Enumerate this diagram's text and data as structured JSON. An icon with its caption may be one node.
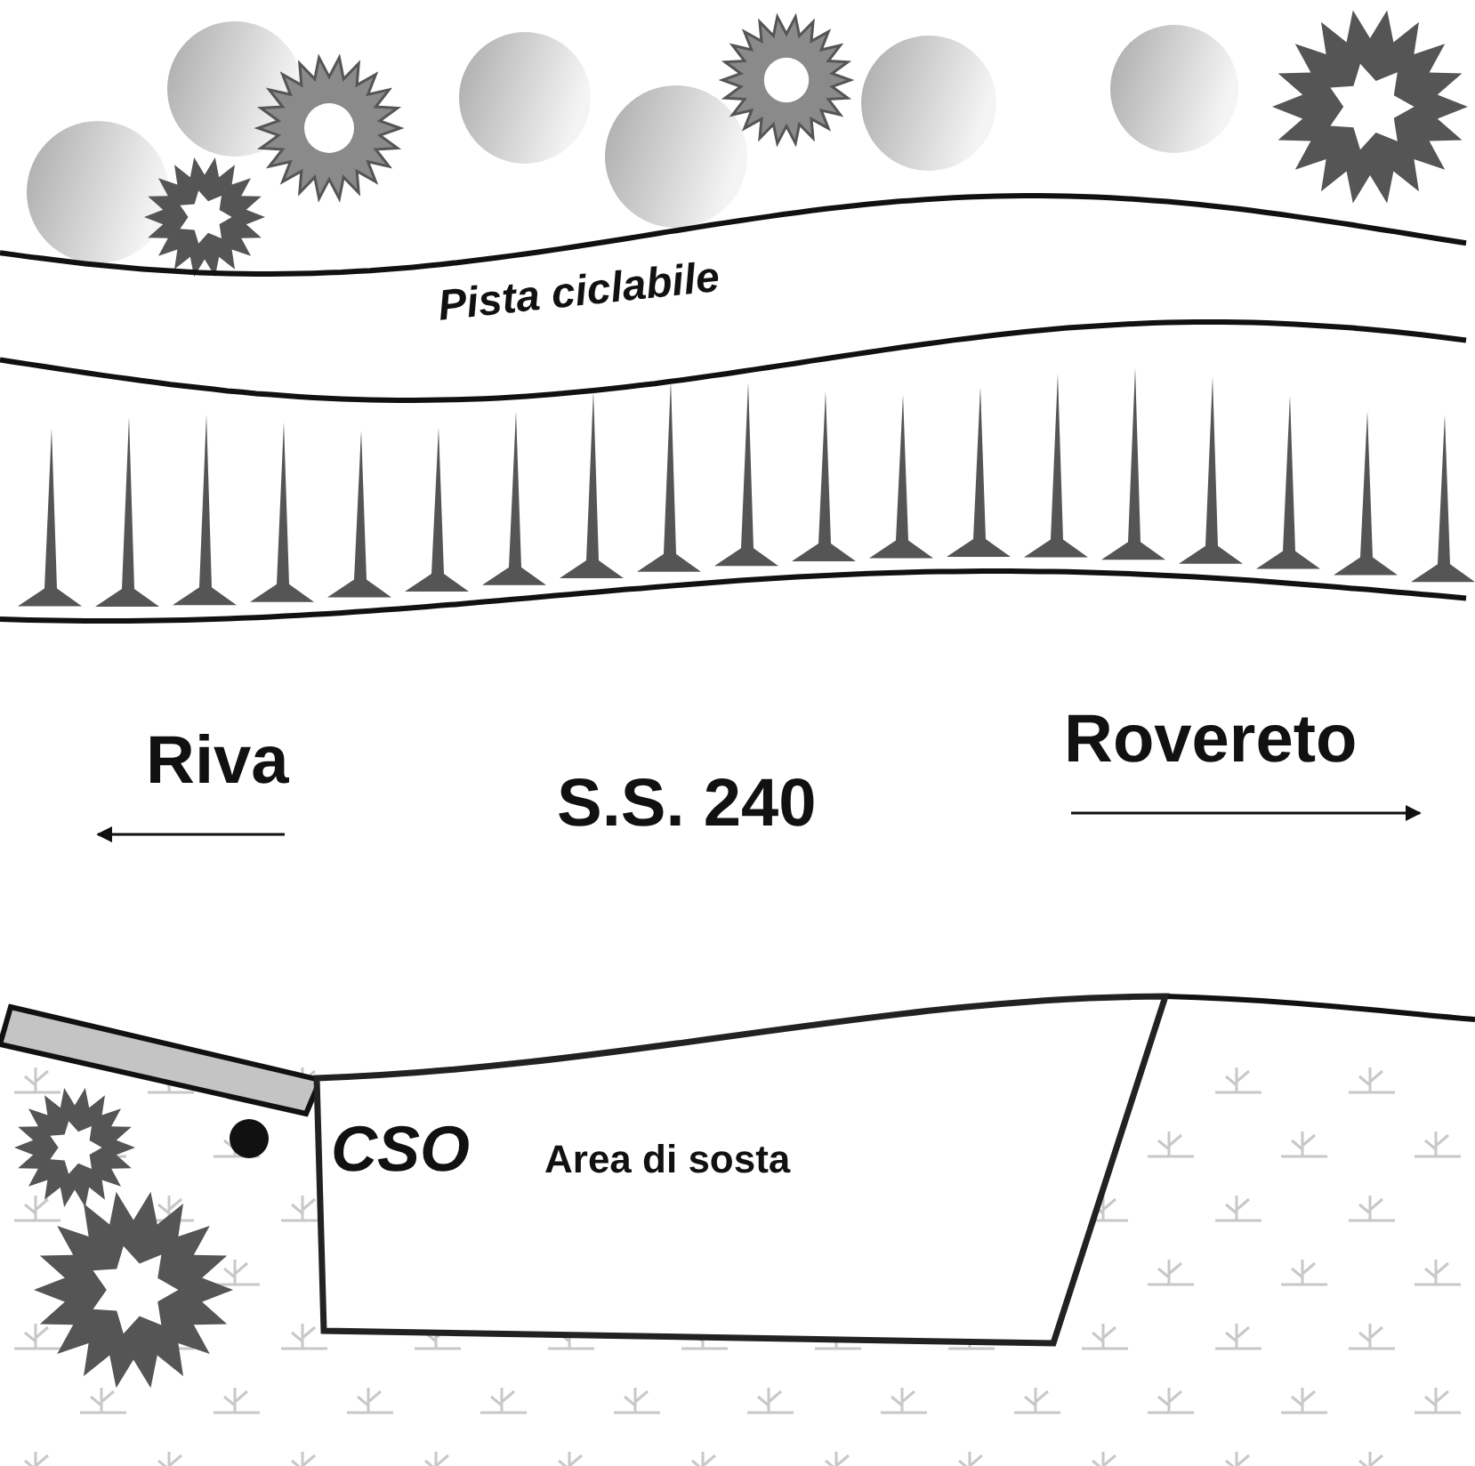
{
  "diagram": {
    "nodes": [
      {
        "text": [
          "CSO",
          "Area di sosta"
        ]
      }
    ],
    "labels": [
      "Pista ciclabile",
      "Riva",
      "S.S. 240",
      "Rovereto"
    ]
  }
}
